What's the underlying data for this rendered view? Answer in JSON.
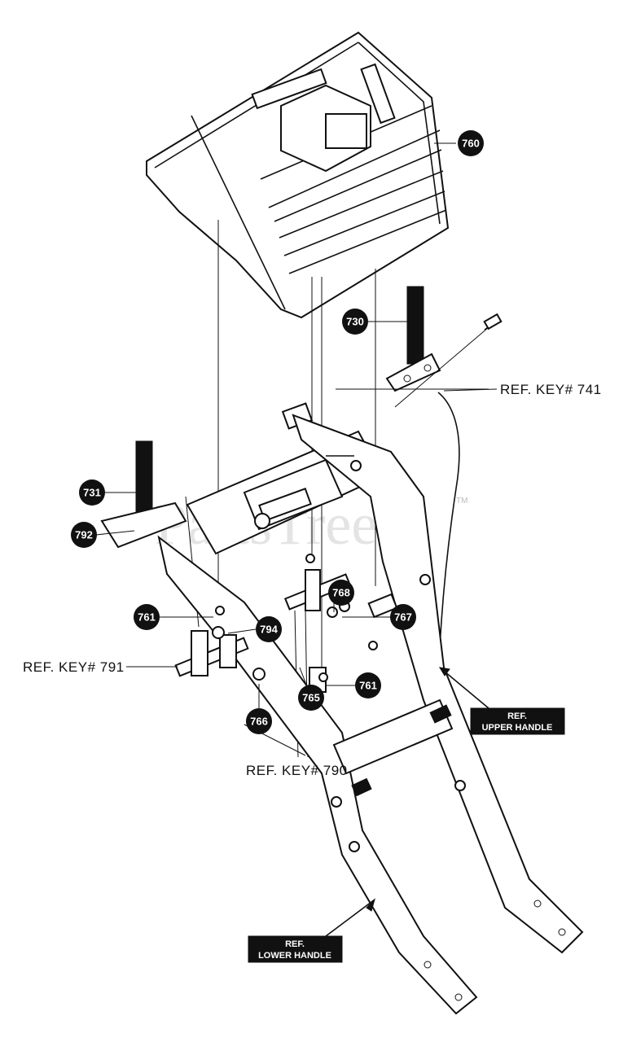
{
  "watermark": {
    "text": "PartsTree",
    "tm": "TM"
  },
  "callouts": {
    "c760": "760",
    "c730": "730",
    "c731": "731",
    "c792": "792",
    "c761a": "761",
    "c794": "794",
    "c766": "766",
    "c768": "768",
    "c767": "767",
    "c765": "765",
    "c761b": "761"
  },
  "references": {
    "ref741": "REF. KEY# 741",
    "ref791": "REF. KEY# 791",
    "ref790": "REF. KEY# 790"
  },
  "boxes": {
    "upper_line1": "REF.",
    "upper_line2": "UPPER HANDLE",
    "lower_line1": "REF.",
    "lower_line2": "LOWER HANDLE"
  }
}
